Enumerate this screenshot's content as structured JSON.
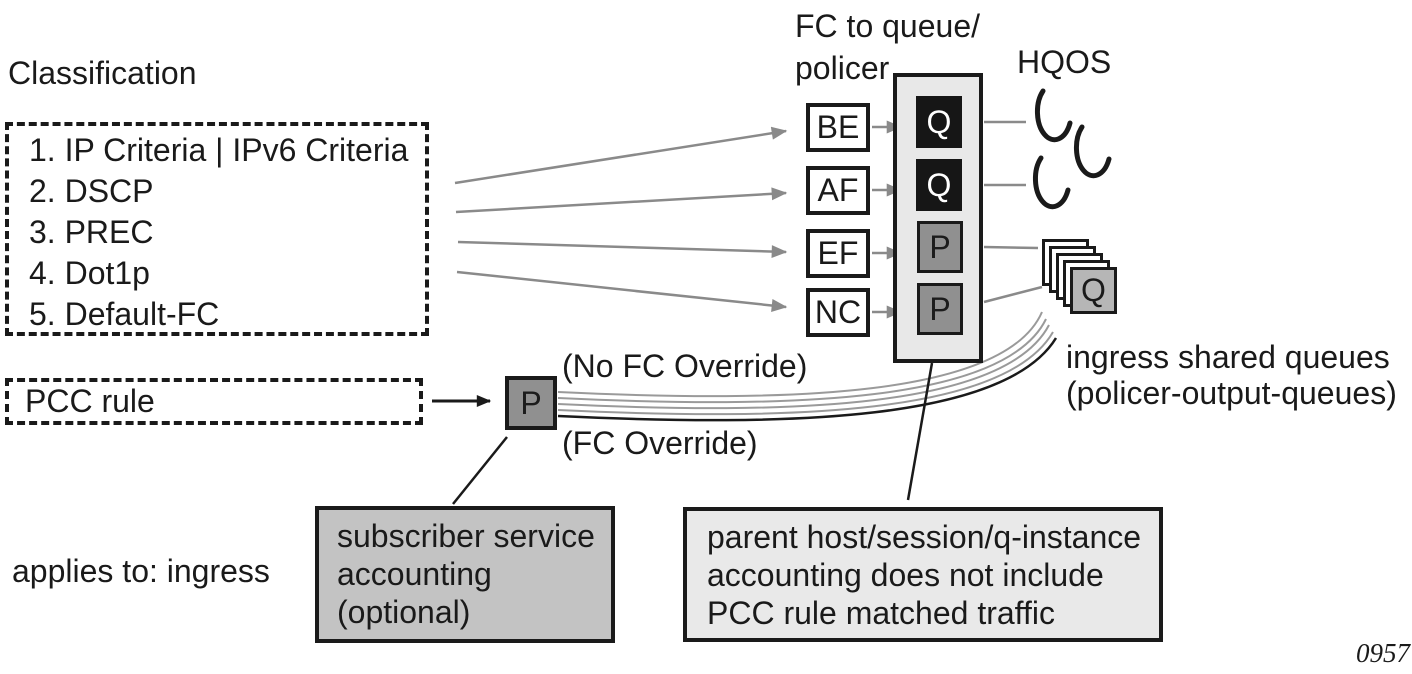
{
  "labels": {
    "classification": "Classification",
    "applies_to": "applies to: ingress",
    "fc_to_queue_line1": "FC to queue/",
    "fc_to_queue_line2": "policer",
    "hqos": "HQOS",
    "no_fc_override": "(No FC Override)",
    "fc_override": "(FC Override)",
    "ingress_queues_line1": "ingress shared queues",
    "ingress_queues_line2": "(policer-output-queues)",
    "figure_number": "0957"
  },
  "classification_box": {
    "items": [
      "1. IP Criteria | IPv6 Criteria",
      "2. DSCP",
      "3. PREC",
      "4. Dot1p",
      "5. Default-FC"
    ]
  },
  "pcc_rule_box": {
    "label": "PCC rule"
  },
  "fc_boxes": [
    "BE",
    "AF",
    "EF",
    "NC"
  ],
  "queue_policer_column": {
    "cells": [
      "Q",
      "Q",
      "P",
      "P"
    ]
  },
  "pcc_policer": {
    "label": "P"
  },
  "shared_queue_stack": {
    "label": "Q"
  },
  "subscriber_box": {
    "lines": [
      "subscriber service",
      "accounting",
      "(optional)"
    ]
  },
  "parent_box": {
    "lines": [
      "parent host/session/q-instance",
      "accounting does not include",
      "PCC rule matched traffic"
    ]
  },
  "colors": {
    "queue_fill": "#161616",
    "policer_fill": "#909090",
    "column_fill": "#e8e8e8",
    "subscriber_fill": "#c3c3c3",
    "parent_fill": "#e9e9e9",
    "stack_front_fill": "#b6b6b6",
    "arrow_gray": "#8a8a8a",
    "line_black": "#1a1a1a"
  }
}
